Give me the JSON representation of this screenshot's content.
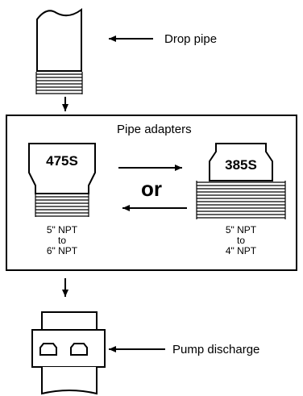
{
  "labels": {
    "drop_pipe": "Drop pipe",
    "pipe_adapters": "Pipe adapters",
    "or": "or",
    "pump_discharge": "Pump discharge"
  },
  "adapters": [
    {
      "model": "475S",
      "spec_line1": "5\" NPT",
      "spec_line2": "to",
      "spec_line3": "6\" NPT"
    },
    {
      "model": "385S",
      "spec_line1": "5\" NPT",
      "spec_line2": "to",
      "spec_line3": "4\" NPT"
    }
  ],
  "icons": [
    "arrow-left-icon",
    "arrow-down-icon",
    "arrow-right-icon"
  ]
}
